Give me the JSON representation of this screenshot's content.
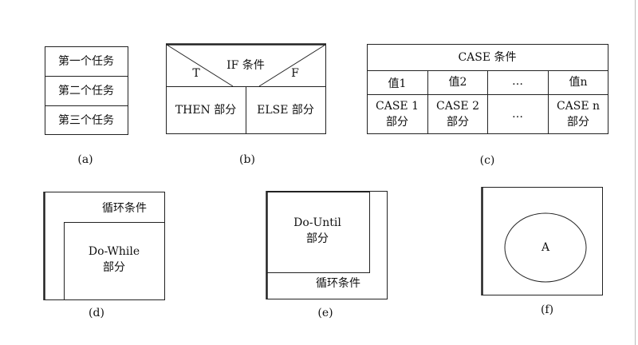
{
  "a": {
    "tasks": [
      "第一个任务",
      "第二个任务",
      "第三个任务"
    ],
    "caption": "(a)"
  },
  "b": {
    "condition": "IF 条件",
    "true_label": "T",
    "false_label": "F",
    "then_part": "THEN 部分",
    "else_part": "ELSE 部分",
    "caption": "(b)"
  },
  "c": {
    "header": "CASE 条件",
    "values": [
      "值1",
      "值2",
      "…",
      "值n"
    ],
    "parts": [
      [
        "CASE 1",
        "部分"
      ],
      [
        "CASE 2",
        "部分"
      ],
      [
        "…"
      ],
      [
        "CASE n",
        "部分"
      ]
    ],
    "caption": "(c)"
  },
  "d": {
    "condition": "循环条件",
    "body": [
      "Do-While",
      "部分"
    ],
    "caption": "(d)"
  },
  "e": {
    "body": [
      "Do-Until",
      "部分"
    ],
    "condition": "循环条件",
    "caption": "(e)"
  },
  "f": {
    "label": "A",
    "caption": "(f)"
  }
}
